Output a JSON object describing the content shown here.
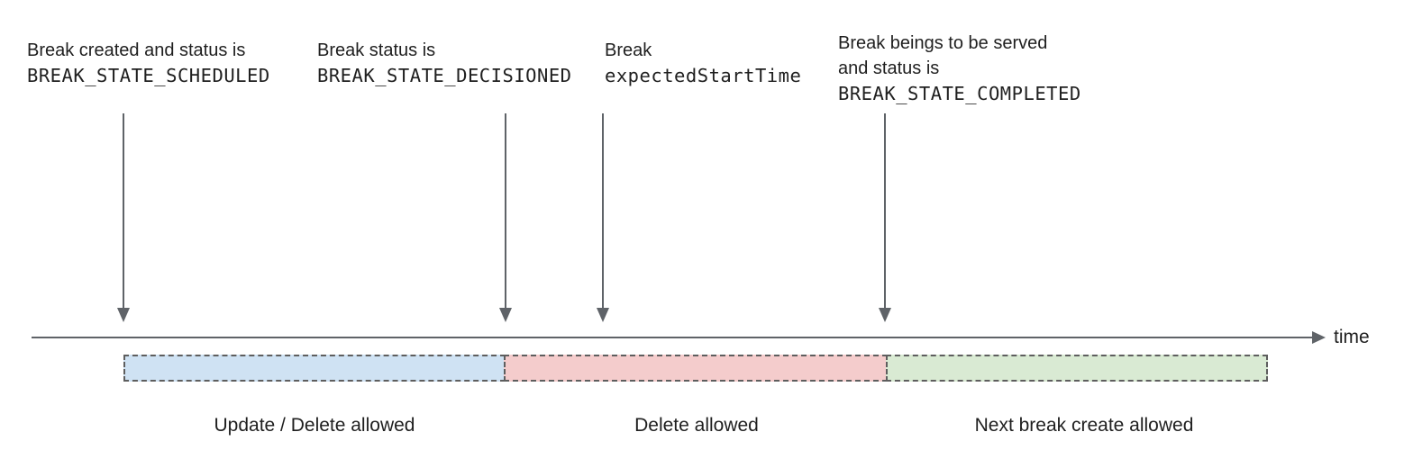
{
  "annotations": [
    {
      "line1": "Break created and status is",
      "line2": "BREAK_STATE_SCHEDULED"
    },
    {
      "line1": "Break status is",
      "line2": "BREAK_STATE_DECISIONED"
    },
    {
      "line1": "Break",
      "line2": "expectedStartTime"
    },
    {
      "line1": "Break beings to be served",
      "line2": "and status is",
      "line3": "BREAK_STATE_COMPLETED"
    }
  ],
  "timeline": {
    "axis_label": "time"
  },
  "segments": [
    {
      "label": "Update / Delete allowed",
      "color": "#cfe2f3"
    },
    {
      "label": "Delete allowed",
      "color": "#f4cccc"
    },
    {
      "label": "Next break create allowed",
      "color": "#d9ead3"
    }
  ],
  "colors": {
    "arrow": "#5f6368",
    "text": "#1f1f1f",
    "dashed_border": "#5e5e5e"
  }
}
